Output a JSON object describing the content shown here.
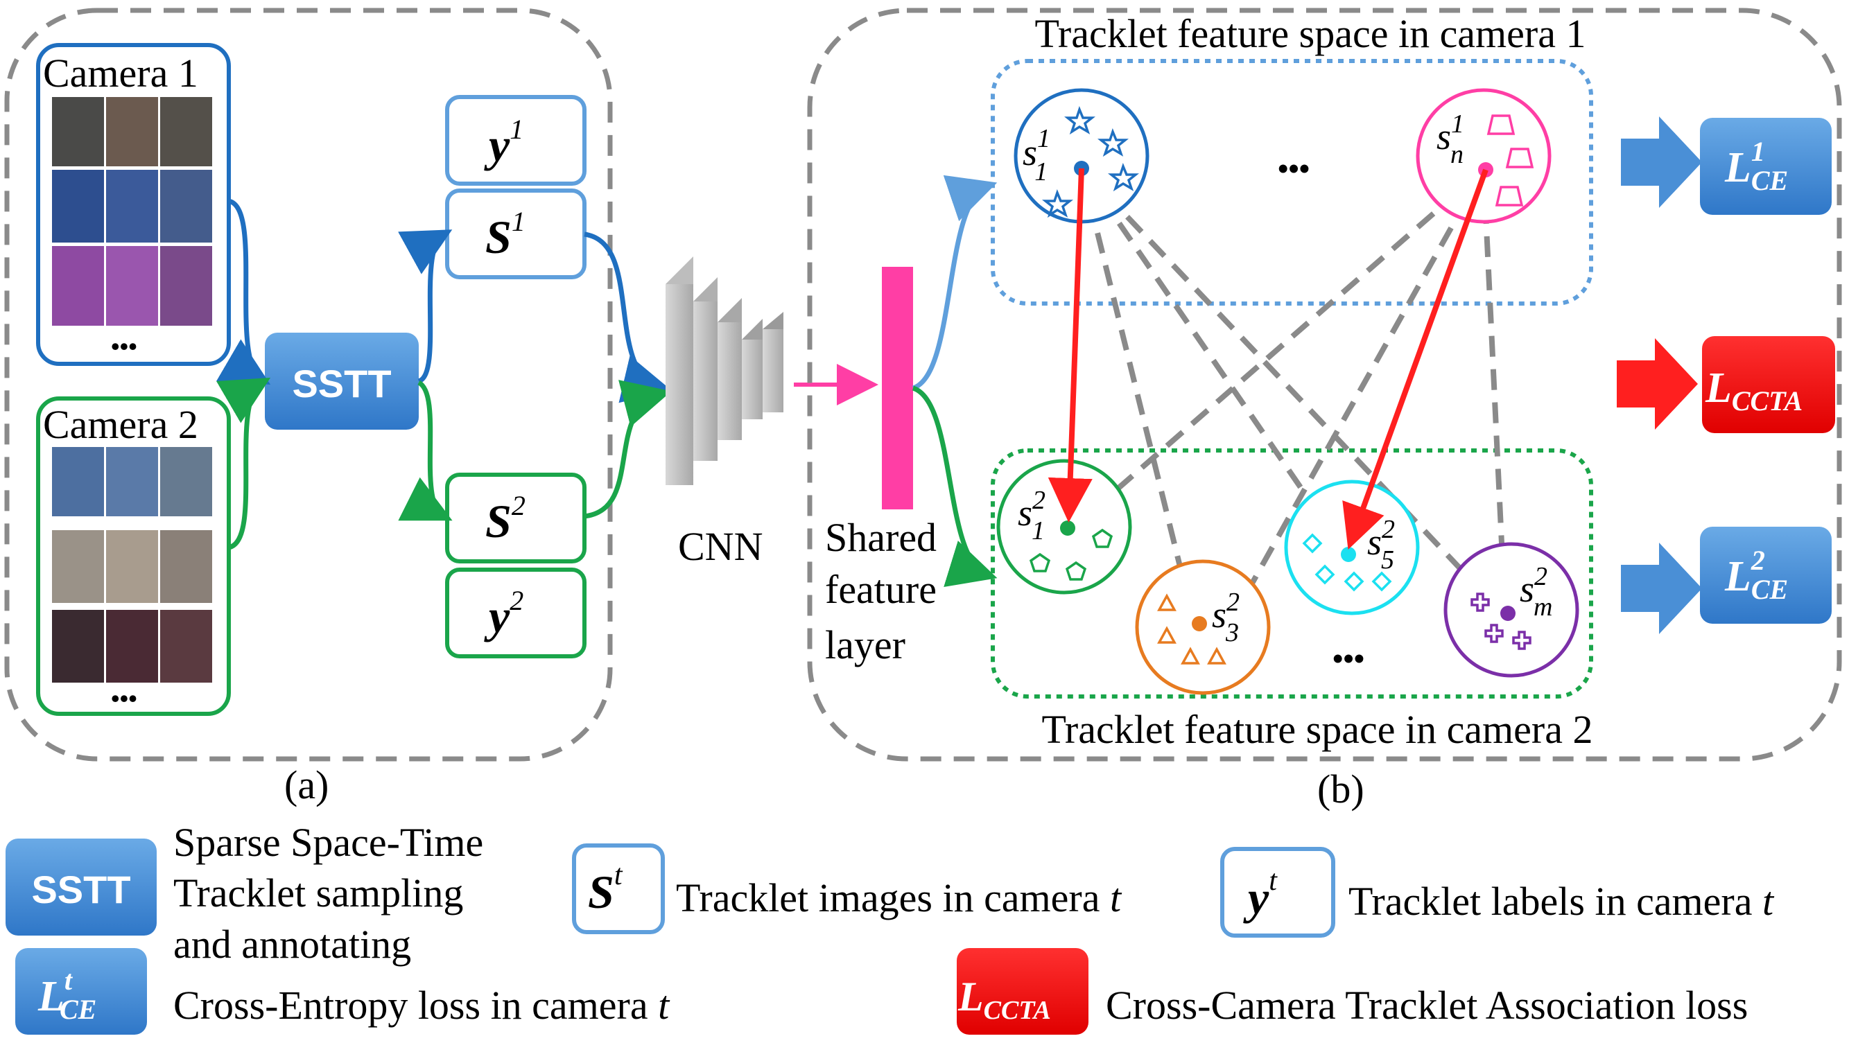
{
  "colors": {
    "blue": "#1f6fc0",
    "green": "#1aa54a",
    "pink": "#ff3ea5",
    "red": "#ff1f1f",
    "boxBlue": "#4a8fd6",
    "orange": "#e77b20",
    "cyan": "#1be0f0",
    "purple": "#7b2fa8",
    "gray": "#8a8a8a"
  },
  "left_panel": {
    "camera1_label": "Camera 1",
    "camera2_label": "Camera 2",
    "ellipsis": "•••",
    "sstt_label": "SSTT",
    "y1_base": "y",
    "y1_sup": "1",
    "s1_base": "S",
    "s1_sup": "1",
    "s2_base": "S",
    "s2_sup": "2",
    "y2_base": "y",
    "y2_sup": "2",
    "caption": "(a)"
  },
  "middle": {
    "cnn_label": "CNN",
    "shared_line1": "Shared",
    "shared_line2": "feature",
    "shared_line3": "layer"
  },
  "right_panel": {
    "space1_title": "Tracklet feature space in camera 1",
    "space2_title": "Tracklet feature space in camera 2",
    "caption": "(b)",
    "dots": "•••",
    "s1_1": {
      "base": "s",
      "sup": "1",
      "sub": "1"
    },
    "s1_n": {
      "base": "s",
      "sup": "1",
      "sub": "n"
    },
    "s2_1": {
      "base": "s",
      "sup": "2",
      "sub": "1"
    },
    "s2_3": {
      "base": "s",
      "sup": "2",
      "sub": "3"
    },
    "s2_5": {
      "base": "s",
      "sup": "2",
      "sub": "5"
    },
    "s2_m": {
      "base": "s",
      "sup": "2",
      "sub": "m"
    },
    "loss_ce1": {
      "base": "L",
      "sup": "1",
      "sub": "CE"
    },
    "loss_ccta": {
      "base": "L",
      "sub": "CCTA"
    },
    "loss_ce2": {
      "base": "L",
      "sup": "2",
      "sub": "CE"
    }
  },
  "legend": {
    "sstt_box": "SSTT",
    "sstt_line1": "Sparse Space-Time",
    "sstt_line2": "Tracklet sampling",
    "sstt_line3": "and annotating",
    "st_base": "S",
    "st_sup": "t",
    "st_desc": "Tracklet images in camera ",
    "yt_base": "y",
    "yt_sup": "t",
    "yt_desc": "Tracklet labels in camera ",
    "t_var": "t",
    "lce_base": "L",
    "lce_sup": "t",
    "lce_sub": "CE",
    "lce_desc": "Cross-Entropy loss in camera ",
    "lccta_base": "L",
    "lccta_sub": "CCTA",
    "lccta_desc": "Cross-Camera Tracklet Association loss"
  }
}
